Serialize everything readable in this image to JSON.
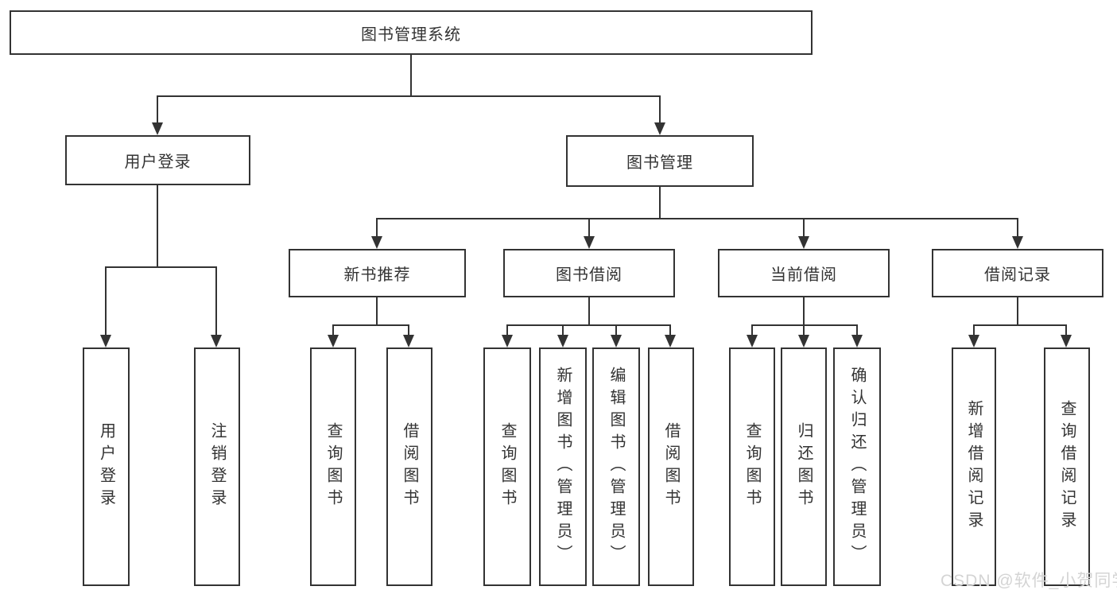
{
  "diagram": {
    "root": {
      "label": "图书管理系统"
    },
    "level2": {
      "login": {
        "label": "用户登录"
      },
      "management": {
        "label": "图书管理"
      }
    },
    "level3": {
      "recommend": {
        "label": "新书推荐"
      },
      "borrow": {
        "label": "图书借阅"
      },
      "current": {
        "label": "当前借阅"
      },
      "records": {
        "label": "借阅记录"
      }
    },
    "leaves": {
      "login": [
        "用户登录",
        "注销登录"
      ],
      "recommend": [
        "查询图书",
        "借阅图书"
      ],
      "borrow": [
        "查询图书",
        "新增图书（管理员）",
        "编辑图书（管理员）",
        "借阅图书"
      ],
      "current": [
        "查询图书",
        "归还图书",
        "确认归还（管理员）"
      ],
      "records": [
        "新增借阅记录",
        "查询借阅记录"
      ]
    }
  },
  "watermark": {
    "text": "CSDN @软件_小贺同学"
  },
  "colors": {
    "line": "#333333",
    "text": "#333333",
    "box_background": "#ffffff",
    "page_background": "#ffffff",
    "watermark": "#d4d4d4"
  }
}
